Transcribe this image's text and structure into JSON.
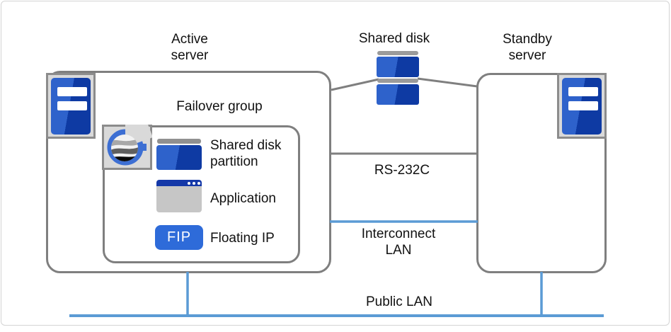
{
  "diagram": {
    "title_implied": "Failover cluster configuration",
    "active_server": {
      "label_line1": "Active",
      "label_line2": "server"
    },
    "standby_server": {
      "label_line1": "Standby",
      "label_line2": "server"
    },
    "shared_disk": {
      "label": "Shared disk"
    },
    "failover_group": {
      "label": "Failover group",
      "items": {
        "shared_disk_partition": {
          "label_line1": "Shared disk",
          "label_line2": "partition"
        },
        "application": {
          "label": "Application"
        },
        "floating_ip": {
          "badge": "FIP",
          "label": "Floating IP"
        }
      }
    },
    "connections": {
      "rs232c": {
        "label": "RS-232C"
      },
      "interconnect_lan": {
        "label_line1": "Interconnect",
        "label_line2": "LAN"
      },
      "public_lan": {
        "label": "Public LAN"
      }
    },
    "icons": [
      "server-icon",
      "server-icon",
      "cluster-logo-icon",
      "shared-disk-icon",
      "disk-partition-icon",
      "application-window-icon",
      "floating-ip-badge"
    ],
    "colors": {
      "line_gray": "#7f7f7f",
      "line_blue": "#5b9bd5",
      "icon_blue_light": "#2e62cb",
      "icon_blue_dark": "#0e3aa3",
      "fip_blue": "#2e6bd9",
      "app_title_blue": "#1438a8",
      "icon_box_gray": "#d9d9d9"
    }
  }
}
